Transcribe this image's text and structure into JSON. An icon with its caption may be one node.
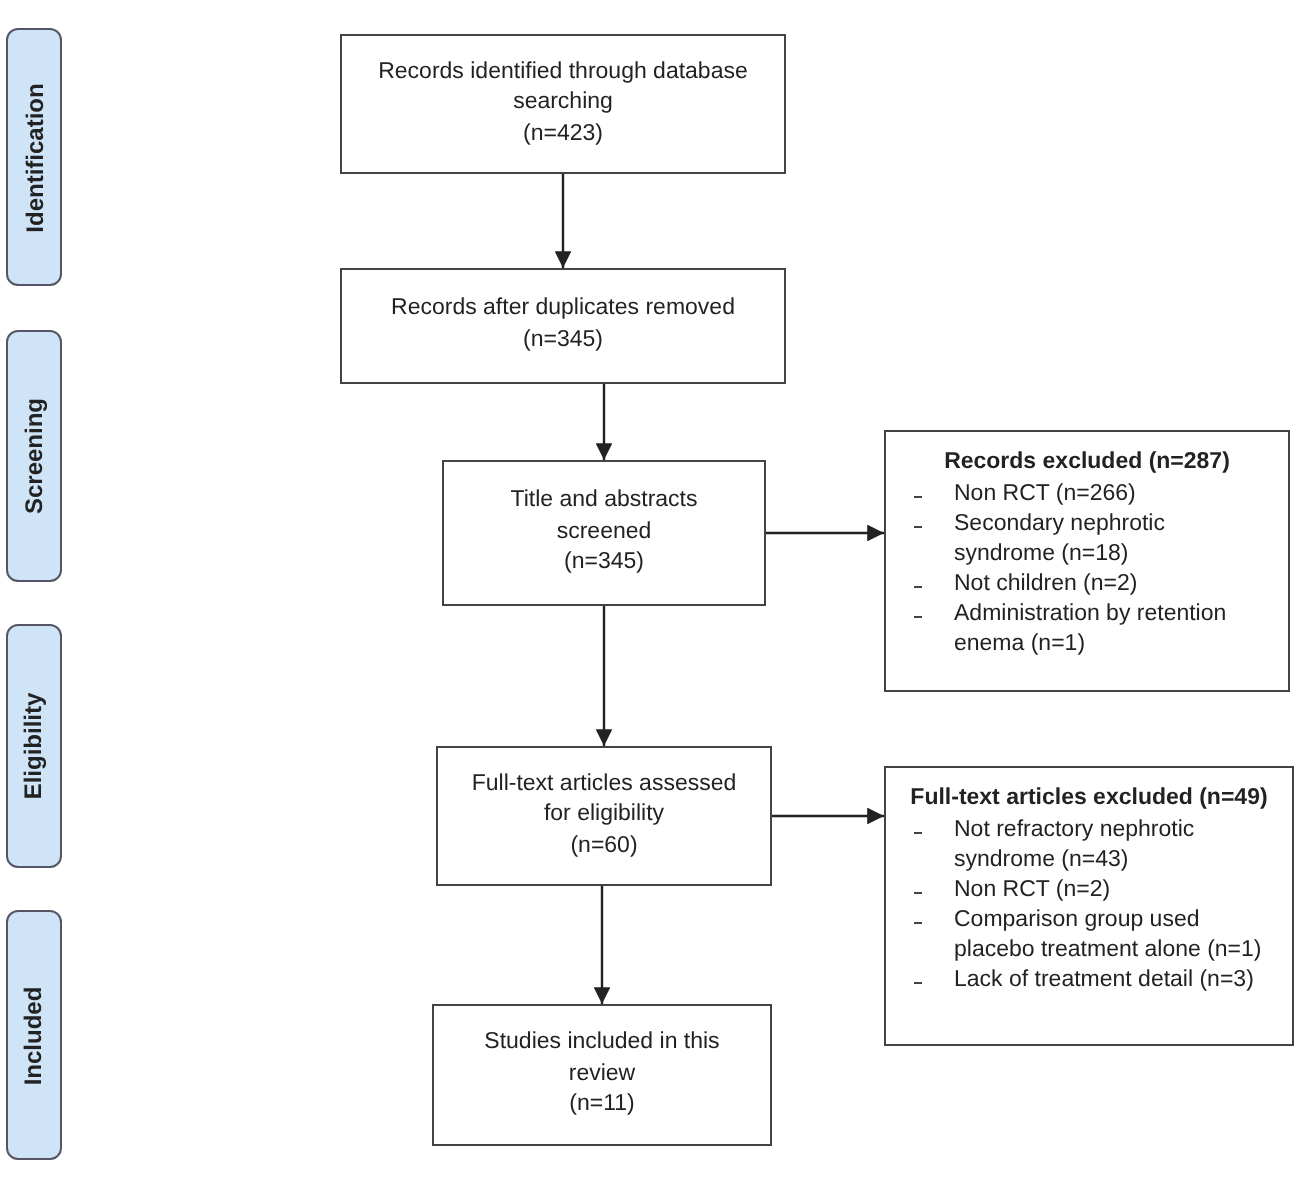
{
  "diagram": {
    "nodes": [
      {
        "text": [
          "Identification"
        ]
      },
      {
        "text": [
          "Records identified through database searching",
          "(n=423)"
        ]
      },
      {
        "text": [
          "Screening"
        ]
      },
      {
        "text": [
          "Records after duplicates removed",
          "(n=345)"
        ]
      },
      {
        "text": [
          "Title and abstracts screened",
          "(n=345)"
        ]
      },
      {
        "text": [
          "Records excluded (n=287)",
          "Non RCT (n=266)",
          "Secondary nephrotic syndrome (n=18)",
          "Not children (n=2)",
          "Administration by retention enema (n=1)"
        ]
      },
      {
        "text": [
          "Eligibility"
        ]
      },
      {
        "text": [
          "Full-text articles assessed for eligibility",
          "(n=60)"
        ]
      },
      {
        "text": [
          "Full-text articles excluded (n=49)",
          "Not refractory nephrotic syndrome (n=43)",
          "Non RCT (n=2)",
          "Comparison group used placebo treatment alone (n=1)",
          "Lack of treatment detail (n=3)"
        ]
      },
      {
        "text": [
          "Included"
        ]
      },
      {
        "text": [
          "Studies included in this review",
          "(n=11)"
        ]
      }
    ],
    "edges": [
      {
        "from": 1,
        "to": 3,
        "arrow": "to"
      },
      {
        "from": 3,
        "to": 4,
        "arrow": "to"
      },
      {
        "from": 4,
        "to": 5,
        "arrow": "to"
      },
      {
        "from": 4,
        "to": 7,
        "arrow": "to"
      },
      {
        "from": 7,
        "to": 8,
        "arrow": "to"
      },
      {
        "from": 7,
        "to": 10,
        "arrow": "to"
      }
    ]
  }
}
